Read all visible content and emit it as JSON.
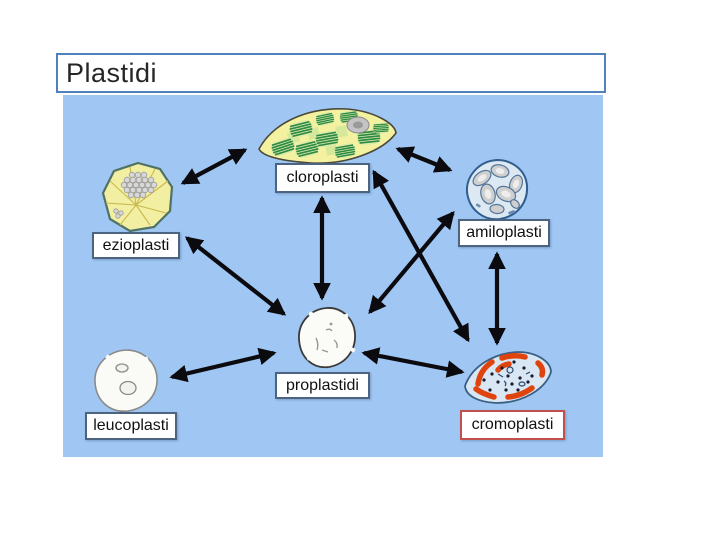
{
  "slide": {
    "title": "Plastidi"
  },
  "colors": {
    "panel_background": "#A0C6F3",
    "title_border": "#4F81BD",
    "label_border": "#4D6480",
    "highlight_label_border": "#C0504D",
    "arrow_color": "#0B0B0F"
  },
  "diagram": {
    "description": "Types of plastids connected by double-headed interconversion arrows",
    "nodes": [
      {
        "id": "cloroplasti",
        "label": "cloroplasti",
        "highlighted": false
      },
      {
        "id": "ezioplasti",
        "label": "ezioplasti",
        "highlighted": false
      },
      {
        "id": "amiloplasti",
        "label": "amiloplasti",
        "highlighted": false
      },
      {
        "id": "proplastidi",
        "label": "proplastidi",
        "highlighted": false
      },
      {
        "id": "leucoplasti",
        "label": "leucoplasti",
        "highlighted": false
      },
      {
        "id": "cromoplasti",
        "label": "cromoplasti",
        "highlighted": true
      }
    ],
    "edges": [
      {
        "from": "ezioplasti",
        "to": "cloroplasti",
        "bidirectional": true
      },
      {
        "from": "cloroplasti",
        "to": "amiloplasti",
        "bidirectional": true
      },
      {
        "from": "cloroplasti",
        "to": "proplastidi",
        "bidirectional": true
      },
      {
        "from": "ezioplasti",
        "to": "proplastidi",
        "bidirectional": true
      },
      {
        "from": "cloroplasti",
        "to": "cromoplasti",
        "bidirectional": true
      },
      {
        "from": "proplastidi",
        "to": "amiloplasti",
        "bidirectional": true
      },
      {
        "from": "amiloplasti",
        "to": "cromoplasti",
        "bidirectional": true
      },
      {
        "from": "proplastidi",
        "to": "cromoplasti",
        "bidirectional": true
      },
      {
        "from": "leucoplasti",
        "to": "proplastidi",
        "bidirectional": true
      }
    ]
  }
}
